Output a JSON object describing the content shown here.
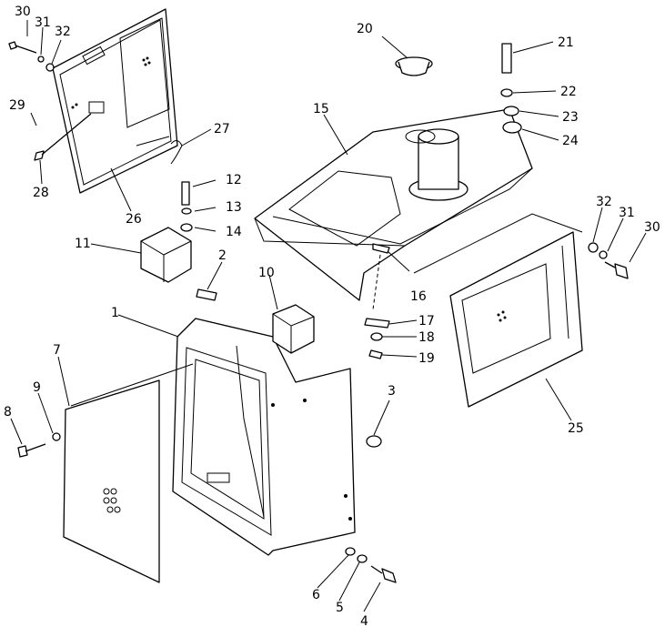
{
  "callouts": [
    {
      "id": "c1",
      "text": "1"
    },
    {
      "id": "c2",
      "text": "2"
    },
    {
      "id": "c3",
      "text": "3"
    },
    {
      "id": "c4",
      "text": "4"
    },
    {
      "id": "c5",
      "text": "5"
    },
    {
      "id": "c6",
      "text": "6"
    },
    {
      "id": "c7",
      "text": "7"
    },
    {
      "id": "c8",
      "text": "8"
    },
    {
      "id": "c9",
      "text": "9"
    },
    {
      "id": "c10",
      "text": "10"
    },
    {
      "id": "c11",
      "text": "11"
    },
    {
      "id": "c12",
      "text": "12"
    },
    {
      "id": "c13",
      "text": "13"
    },
    {
      "id": "c14",
      "text": "14"
    },
    {
      "id": "c15",
      "text": "15"
    },
    {
      "id": "c16",
      "text": "16"
    },
    {
      "id": "c17",
      "text": "17"
    },
    {
      "id": "c18",
      "text": "18"
    },
    {
      "id": "c19",
      "text": "19"
    },
    {
      "id": "c20",
      "text": "20"
    },
    {
      "id": "c21",
      "text": "21"
    },
    {
      "id": "c22",
      "text": "22"
    },
    {
      "id": "c23",
      "text": "23"
    },
    {
      "id": "c24",
      "text": "24"
    },
    {
      "id": "c25",
      "text": "25"
    },
    {
      "id": "c26",
      "text": "26"
    },
    {
      "id": "c27",
      "text": "27"
    },
    {
      "id": "c28",
      "text": "28"
    },
    {
      "id": "c29",
      "text": "29"
    },
    {
      "id": "c30a",
      "text": "30"
    },
    {
      "id": "c31a",
      "text": "31"
    },
    {
      "id": "c32a",
      "text": "32"
    },
    {
      "id": "c30b",
      "text": "30"
    },
    {
      "id": "c31b",
      "text": "31"
    },
    {
      "id": "c32b",
      "text": "32"
    }
  ]
}
